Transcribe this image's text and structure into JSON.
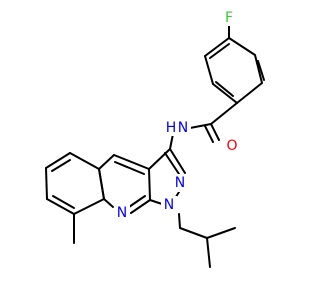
{
  "structure": {
    "atoms": {
      "fluorine": {
        "label": "F",
        "color": "#33cc33"
      },
      "amide_oxygen": {
        "label": "O",
        "color": "#ff0000"
      },
      "amide_nitrogen": {
        "label": "N",
        "hydrogen": "H",
        "color": "#0000ff"
      },
      "pyrazole_n2": {
        "label": "N",
        "color": "#0000ff"
      },
      "pyrazole_n1": {
        "label": "N",
        "color": "#0000ff"
      },
      "pyridine_n": {
        "label": "N",
        "color": "#0000ff"
      }
    },
    "bond_color": "#000000",
    "background": "#ffffff"
  }
}
